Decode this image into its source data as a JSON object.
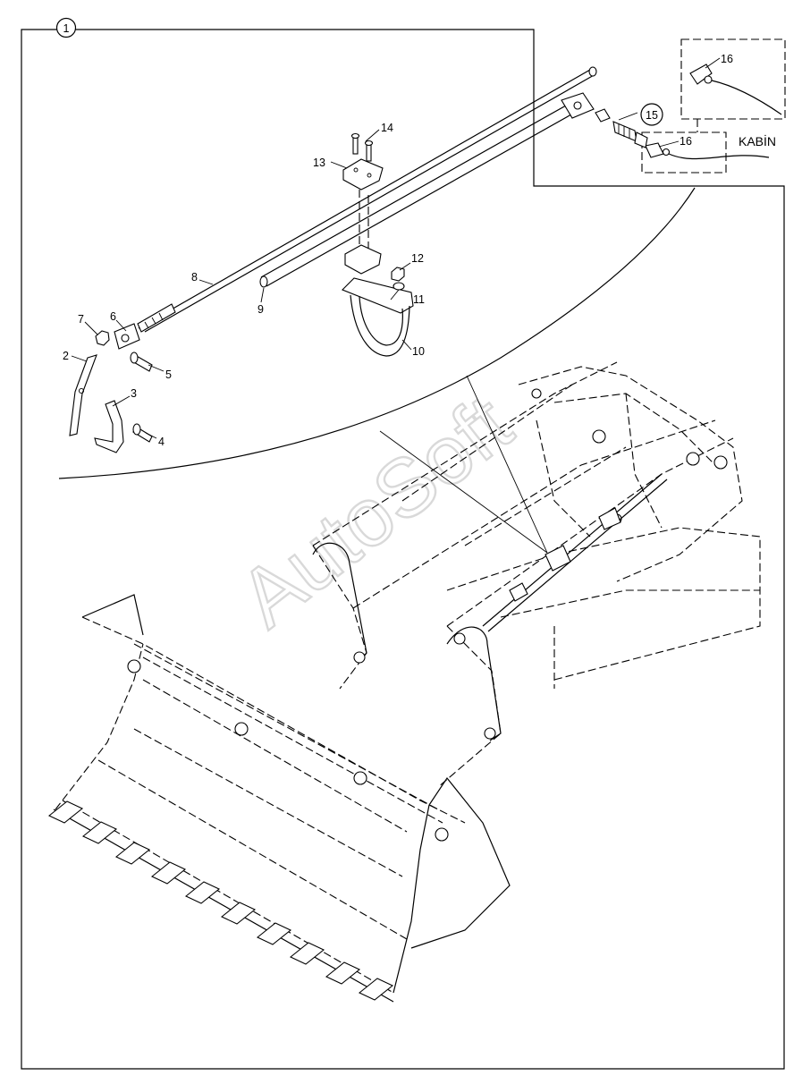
{
  "diagram": {
    "frame_label": "1",
    "kabin_label": "KABİN",
    "watermark": "AutoSoft",
    "callouts": [
      {
        "id": "p1",
        "name": "1"
      },
      {
        "id": "p2",
        "name": "2"
      },
      {
        "id": "p3",
        "name": "3"
      },
      {
        "id": "p4",
        "name": "4"
      },
      {
        "id": "p5",
        "name": "5"
      },
      {
        "id": "p6",
        "name": "6"
      },
      {
        "id": "p7",
        "name": "7"
      },
      {
        "id": "p8",
        "name": "8"
      },
      {
        "id": "p9",
        "name": "9"
      },
      {
        "id": "p10",
        "name": "10"
      },
      {
        "id": "p11",
        "name": "11"
      },
      {
        "id": "p12",
        "name": "12"
      },
      {
        "id": "p13",
        "name": "13"
      },
      {
        "id": "p14",
        "name": "14"
      },
      {
        "id": "p15",
        "name": "15"
      },
      {
        "id": "p16a",
        "name": "16"
      },
      {
        "id": "p16b",
        "name": "16"
      }
    ]
  }
}
